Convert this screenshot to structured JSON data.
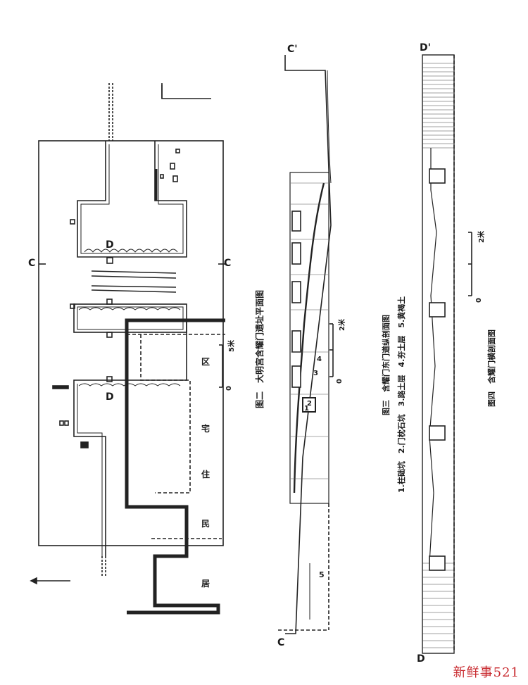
{
  "fig2": {
    "caption": "图二　大明宫含耀门遗址平面图",
    "zone_chars": [
      "区",
      "宅",
      "住",
      "民",
      "居"
    ],
    "label_c": "C",
    "label_d": "D",
    "scale_label": "5米",
    "scale_zero": "0"
  },
  "fig3": {
    "caption": "图三　含耀门东门道纵剖面图",
    "legend": "1.柱础坑　2.门枕石坑　3.路土层　4.夯土层　5.黄褐土",
    "label_c_top": "C'",
    "label_c_bottom": "C",
    "layer_numbers": [
      "1",
      "2",
      "3",
      "4",
      "5"
    ],
    "scale_label": "2米",
    "scale_zero": "0"
  },
  "fig4": {
    "caption": "图四　含耀门横剖面图",
    "label_d_top": "D'",
    "label_d_bottom": "D",
    "scale_zero": "0",
    "scale_label": "2米"
  },
  "watermark": "新鲜事521"
}
